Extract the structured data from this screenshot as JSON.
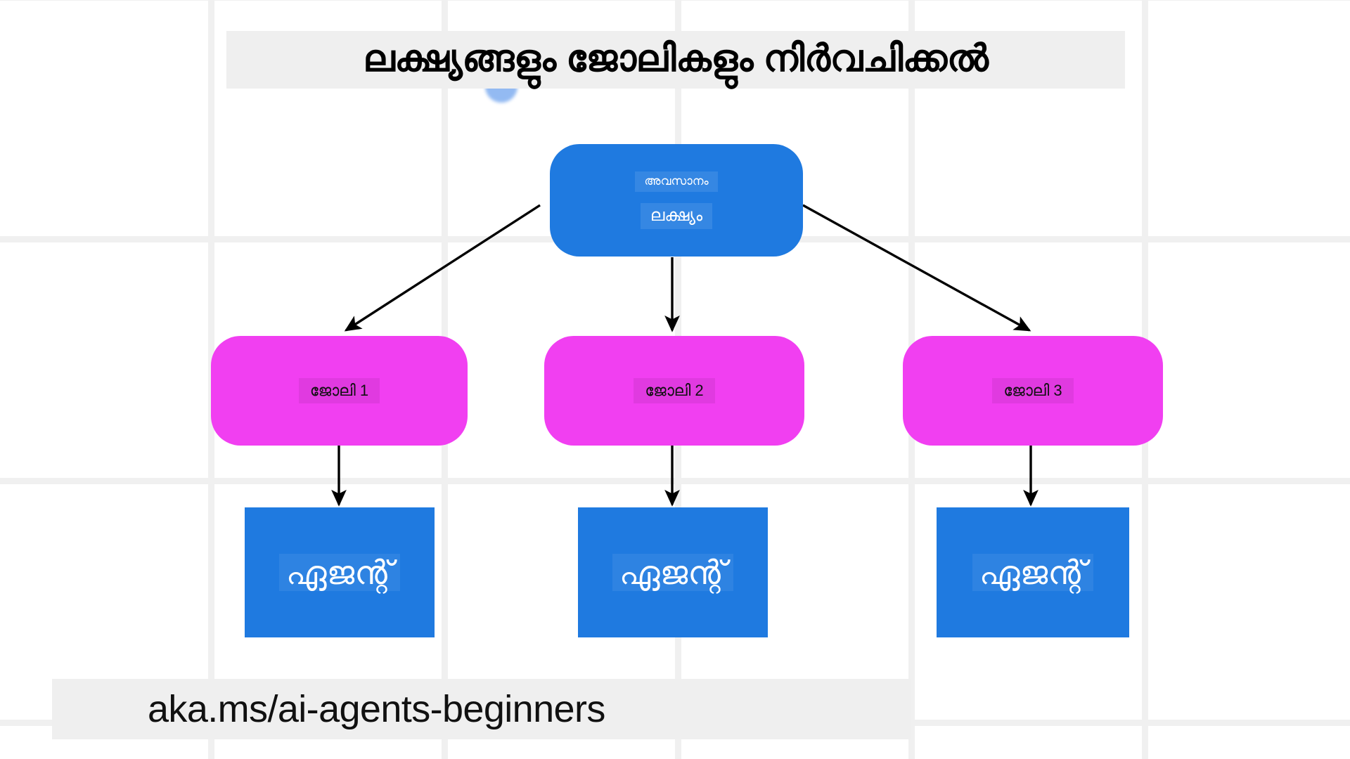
{
  "page": {
    "title": "ലക്ഷ്യങ്ങളും ജോലികളും നിർവചിക്കൽ",
    "footer_url": "aka.ms/ai-agents-beginners",
    "background_color": "#ffffff",
    "grid_color": "#f0f0f0",
    "highlight_band_color": "#efefef"
  },
  "colors": {
    "root_node": "#1f7ae0",
    "task_node": "#f13ff1",
    "agent_node": "#1f7ae0",
    "arrow": "#000000",
    "title_text": "#000000",
    "node_text_light": "#ffffff",
    "node_text_dark": "#101010"
  },
  "diagram": {
    "type": "flowchart",
    "root": {
      "line_small": "അവസാനം",
      "line_big": "ലക്ഷ്യം"
    },
    "tasks": [
      {
        "label": "ജോലി 1"
      },
      {
        "label": "ജോലി 2"
      },
      {
        "label": "ജോലി 3"
      }
    ],
    "agents": [
      {
        "label": "ഏജന്റ്"
      },
      {
        "label": "ഏജന്റ്"
      },
      {
        "label": "ഏജന്റ്"
      }
    ],
    "connections": [
      {
        "from": "root",
        "to": "task-1",
        "style": "arrow"
      },
      {
        "from": "root",
        "to": "task-2",
        "style": "arrow"
      },
      {
        "from": "root",
        "to": "task-3",
        "style": "arrow"
      },
      {
        "from": "task-1",
        "to": "agent-1",
        "style": "arrow"
      },
      {
        "from": "task-2",
        "to": "agent-2",
        "style": "arrow"
      },
      {
        "from": "task-3",
        "to": "agent-3",
        "style": "arrow"
      }
    ]
  }
}
